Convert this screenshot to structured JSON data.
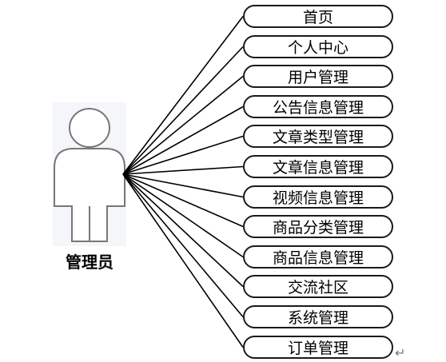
{
  "actor": {
    "label": "管理员"
  },
  "functions": [
    "首页",
    "个人中心",
    "用户管理",
    "公告信息管理",
    "文章类型管理",
    "文章信息管理",
    "视频信息管理",
    "商品分类管理",
    "商品信息管理",
    "交流社区",
    "系统管理",
    "订单管理"
  ],
  "return_mark": "↵"
}
